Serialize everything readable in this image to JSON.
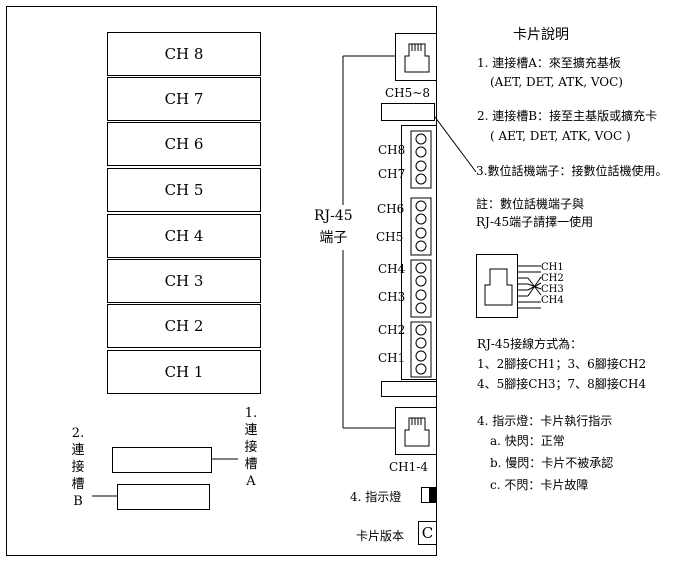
{
  "channels": [
    "CH 8",
    "CH 7",
    "CH 6",
    "CH 5",
    "CH 4",
    "CH 3",
    "CH 2",
    "CH 1"
  ],
  "slot_b_label": [
    "2.",
    "連",
    "接",
    "槽",
    "B"
  ],
  "slot_a_label": [
    "1.",
    "連",
    "接",
    "槽",
    "A"
  ],
  "top_jack_label": "CH5~8",
  "bottom_jack_label": "CH1-4",
  "rj45_label": [
    "RJ-45",
    "端子"
  ],
  "terminal_labels": [
    "CH8",
    "CH7",
    "CH6",
    "CH5",
    "CH4",
    "CH3",
    "CH2",
    "CH1"
  ],
  "indicator_label": "4. 指示燈",
  "version_label": "卡片版本",
  "version_value": "C",
  "notes": {
    "title": "卡片說明",
    "item1_line1": "1. 連接槽A：來至擴充基板",
    "item1_line2": "(AET, DET, ATK, VOC)",
    "item2_line1": "2. 連接槽B：接至主基版或擴充卡",
    "item2_line2": "( AET, DET, ATK, VOC )",
    "item3": "3.數位話機端子：接數位話機使用。",
    "remark_line1": "註：數位話機端子與",
    "remark_line2": "RJ-45端子請擇一使用",
    "pin_labels": [
      "CH1",
      "CH2",
      "CH3",
      "CH4"
    ],
    "wiring_title": "RJ-45接線方式為：",
    "wiring_line1": "1、2腳接CH1；3、6腳接CH2",
    "wiring_line2": "4、5腳接CH3；7、8腳接CH4",
    "item4_title": "4. 指示燈：卡片執行指示",
    "item4_a": "a. 快閃：正常",
    "item4_b": "b. 慢閃：卡片不被承認",
    "item4_c": "c. 不閃：卡片故障"
  }
}
